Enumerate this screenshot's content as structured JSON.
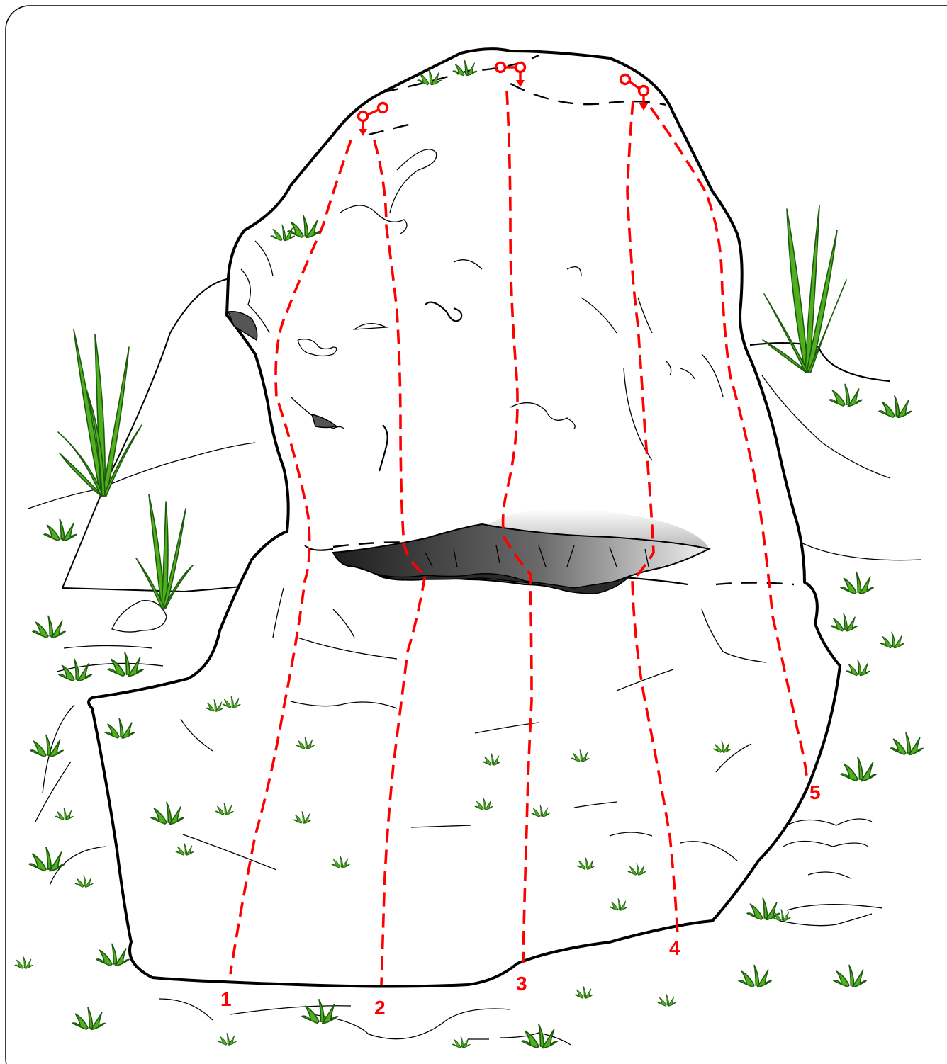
{
  "routes": [
    {
      "number": "1"
    },
    {
      "number": "2"
    },
    {
      "number": "3"
    },
    {
      "number": "4"
    },
    {
      "number": "5"
    }
  ],
  "colors": {
    "route": "#ff0000",
    "vegetation": "#4fb01e",
    "overhang_dark": "#3c3c3c"
  },
  "icons": [
    "lower-off-anchor-icon",
    "grass-tuft-icon",
    "tall-grass-icon"
  ]
}
